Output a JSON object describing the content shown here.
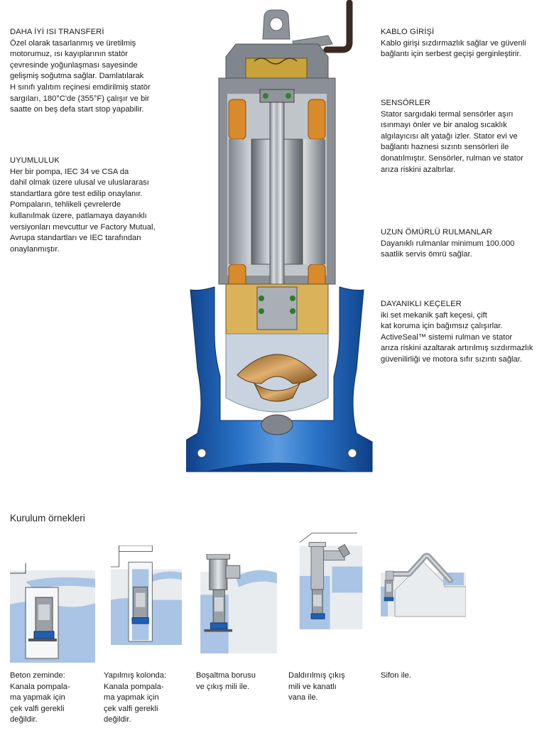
{
  "features": {
    "heat": {
      "title": "DAHA İYİ ISI TRANSFERİ",
      "body": "Özel olarak tasarlanmış ve üretilmiş\nmotorumuz, ısı kayıplarının  statör\nçevresinde  yoğunlaşması sayesinde\ngelişmiş soğutma sağlar. Damlatılarak\nH sınıfı yalıtım reçinesi emdirilmiş statör\nsargıları, 180°C'de (355°F) çalışır ve bir\nsaatte on beş defa start stop yapabilir."
    },
    "compliance": {
      "title": "UYUMLULUK",
      "body": "Her bir pompa, IEC 34 ve CSA da\ndahil olmak üzere ulusal ve uluslararası\nstandartlara göre test edilip onaylanır.\nPompaların, tehlikeli çevrelerde\nkullanılmak üzere, patlamaya dayanıklı\nversiyonları  mevcuttur ve Factory Mutual,\nAvrupa standartları ve IEC tarafından\nonaylanmıştır."
    },
    "cable": {
      "title": "KABLO GİRİŞİ",
      "body": "Kablo girişi sızdırmazlık sağlar ve güvenli\nbağlantı için serbest geçişi gerginleştirir."
    },
    "sensors": {
      "title": "SENSÖRLER",
      "body": "Stator sargıdaki termal sensörler aşırı\nısınmayı önler ve bir analog sıcaklık\nalgılayıcısı alt yatağı izler. Stator evi ve\nbağlantı haznesi sızıntı sensörleri ile\ndonatılmıştır. Sensörler, rulman  ve stator\narıza riskini azaltırlar."
    },
    "bearings": {
      "title": "UZUN ÖMÜRLÜ RULMANLAR",
      "body": "Dayanıklı rulmanlar minimum 100.000\nsaatlik servis ömrü sağlar."
    },
    "seals": {
      "title": "DAYANIKLI KEÇELER",
      "body": "iki set mekanik şaft  keçesi,  çift\nkat koruma için bağımsız çalışırlar.\nActiveSeal™ sistemi  rulman ve stator\narıza riskini azaltarak artırılmış sızdırmazlık\ngüvenilirliği ve motora sıfır sızıntı sağlar."
    }
  },
  "installations": {
    "title": "Kurulum örnekleri",
    "items": [
      {
        "caption": "Beton zeminde:\nKanala pompala-\nma yapmak için\nçek valfi gerekli\ndeğildir."
      },
      {
        "caption": "Yapılmış kolonda:\nKanala pompala-\nma yapmak için\nçek valfi gerekli\ndeğildir."
      },
      {
        "caption": "Boşaltma borusu\nve çıkış mili ile."
      },
      {
        "caption": "Daldırılmış çıkış\nmili ve kanatlı\nvana ile."
      },
      {
        "caption": "Sifon ile."
      }
    ]
  },
  "colors": {
    "water": "#a9c4e4",
    "pump_blue": "#1f5fb4",
    "steel": "#9aa0a6",
    "copper": "#d98a2b"
  }
}
